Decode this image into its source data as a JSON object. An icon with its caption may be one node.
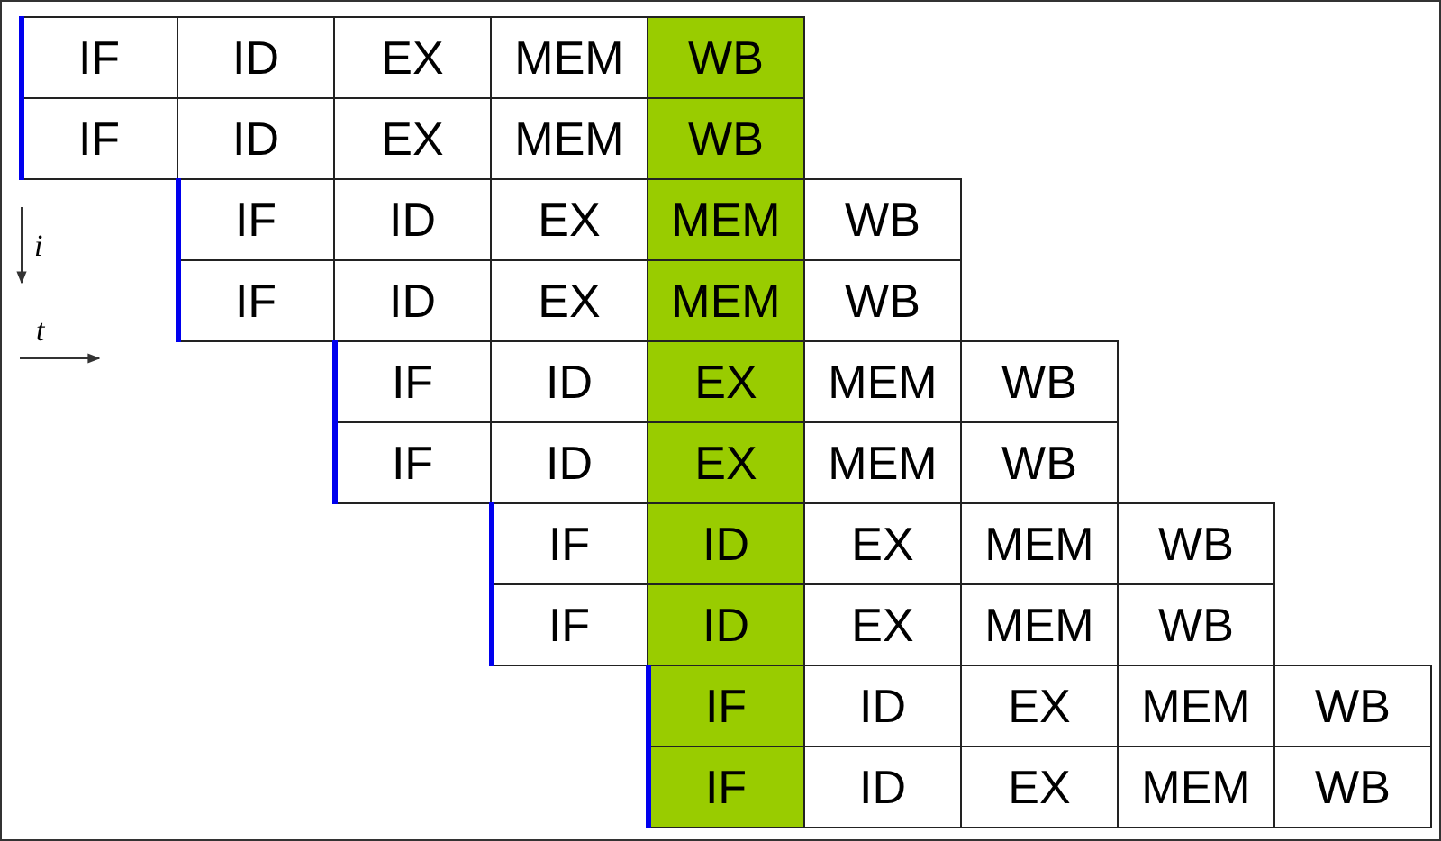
{
  "diagram": {
    "labels": [
      "IF",
      "ID",
      "EX",
      "MEM",
      "WB",
      "IF",
      "ID",
      "EX",
      "MEM",
      "WB",
      "IF",
      "ID",
      "EX",
      "MEM",
      "WB",
      "IF",
      "ID",
      "EX",
      "MEM",
      "WB",
      "IF",
      "ID",
      "EX",
      "MEM",
      "WB",
      "IF",
      "ID",
      "EX",
      "MEM",
      "WB",
      "IF",
      "ID",
      "EX",
      "MEM",
      "WB",
      "IF",
      "ID",
      "EX",
      "MEM",
      "WB",
      "IF",
      "ID",
      "EX",
      "MEM",
      "WB",
      "IF",
      "ID",
      "EX",
      "MEM",
      "WB",
      "i",
      "t"
    ]
  }
}
